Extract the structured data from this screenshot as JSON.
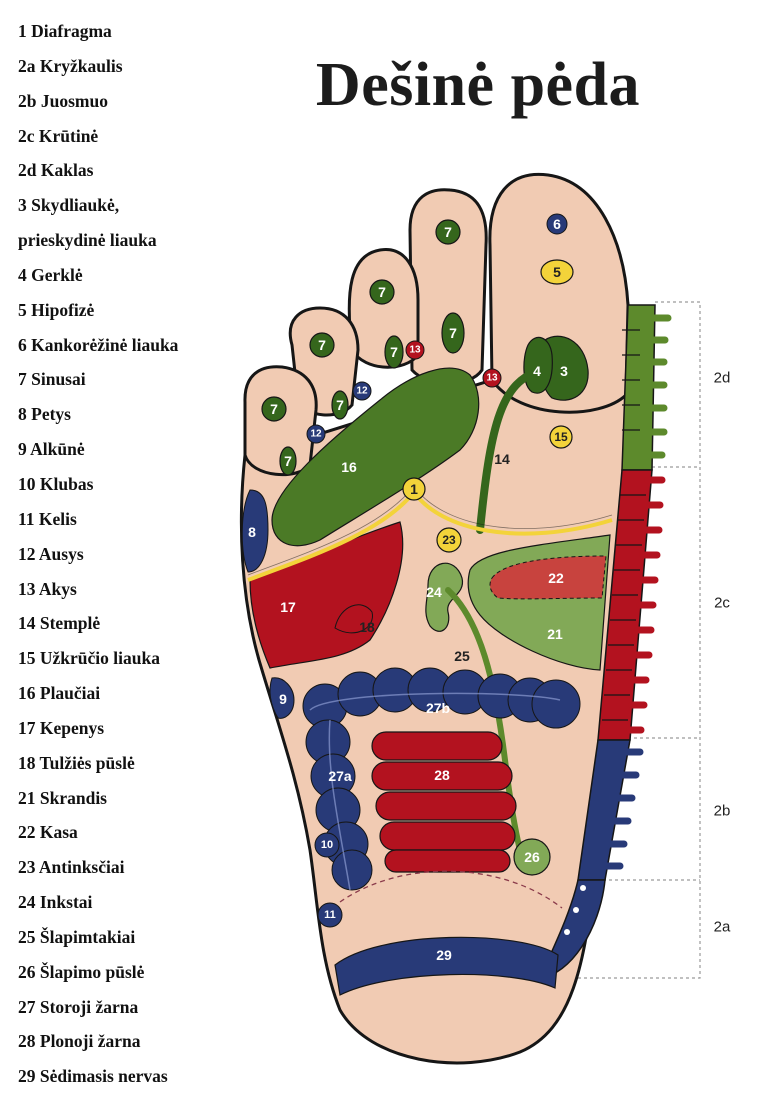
{
  "title": "Dešinė pėda",
  "legend": [
    "1 Diafragma",
    "2a Kryžkaulis",
    "2b Juosmuo",
    "2c Krūtinė",
    "2d Kaklas",
    "3 Skydliaukė,",
    "prieskydinė liauka",
    "4 Gerklė",
    "5 Hipofizė",
    "6 Kankorėžinė liauka",
    "7 Sinusai",
    "8 Petys",
    "9 Alkūnė",
    "10 Klubas",
    "11 Kelis",
    "12 Ausys",
    "13 Akys",
    "14 Stemplė",
    "15 Užkrūčio liauka",
    "16 Plaučiai",
    "17 Kepenys",
    "18 Tulžiės pūslė",
    "21 Skrandis",
    "22 Kasa",
    "23 Antinksčiai",
    "24 Inkstai",
    "25 Šlapimtakiai",
    "26 Šlapimo pūslė",
    "27 Storoji žarna",
    "28 Plonoji žarna",
    "29 Sėdimasis nervas"
  ],
  "markers": {
    "m1": "1",
    "m3": "3",
    "m4": "4",
    "m5": "5",
    "m6": "6",
    "m7": "7",
    "m8": "8",
    "m9": "9",
    "m10": "10",
    "m11": "11",
    "m12": "12",
    "m13": "13",
    "m14": "14",
    "m15": "15",
    "m16": "16",
    "m17": "17",
    "m18": "18",
    "m21": "21",
    "m22": "22",
    "m23": "23",
    "m24": "24",
    "m25": "25",
    "m26": "26",
    "m27a": "27a",
    "m27b": "27b",
    "m28": "28",
    "m29": "29"
  },
  "spine_segments": {
    "s2a": "2a",
    "s2b": "2b",
    "s2c": "2c",
    "s2d": "2d"
  },
  "colors": {
    "skin": "#f1cbb3",
    "outline": "#161616",
    "green_dark": "#35661c",
    "green_light": "#82a957",
    "red": "#b3121f",
    "navy": "#283a78",
    "yellow": "#f3d33a"
  }
}
